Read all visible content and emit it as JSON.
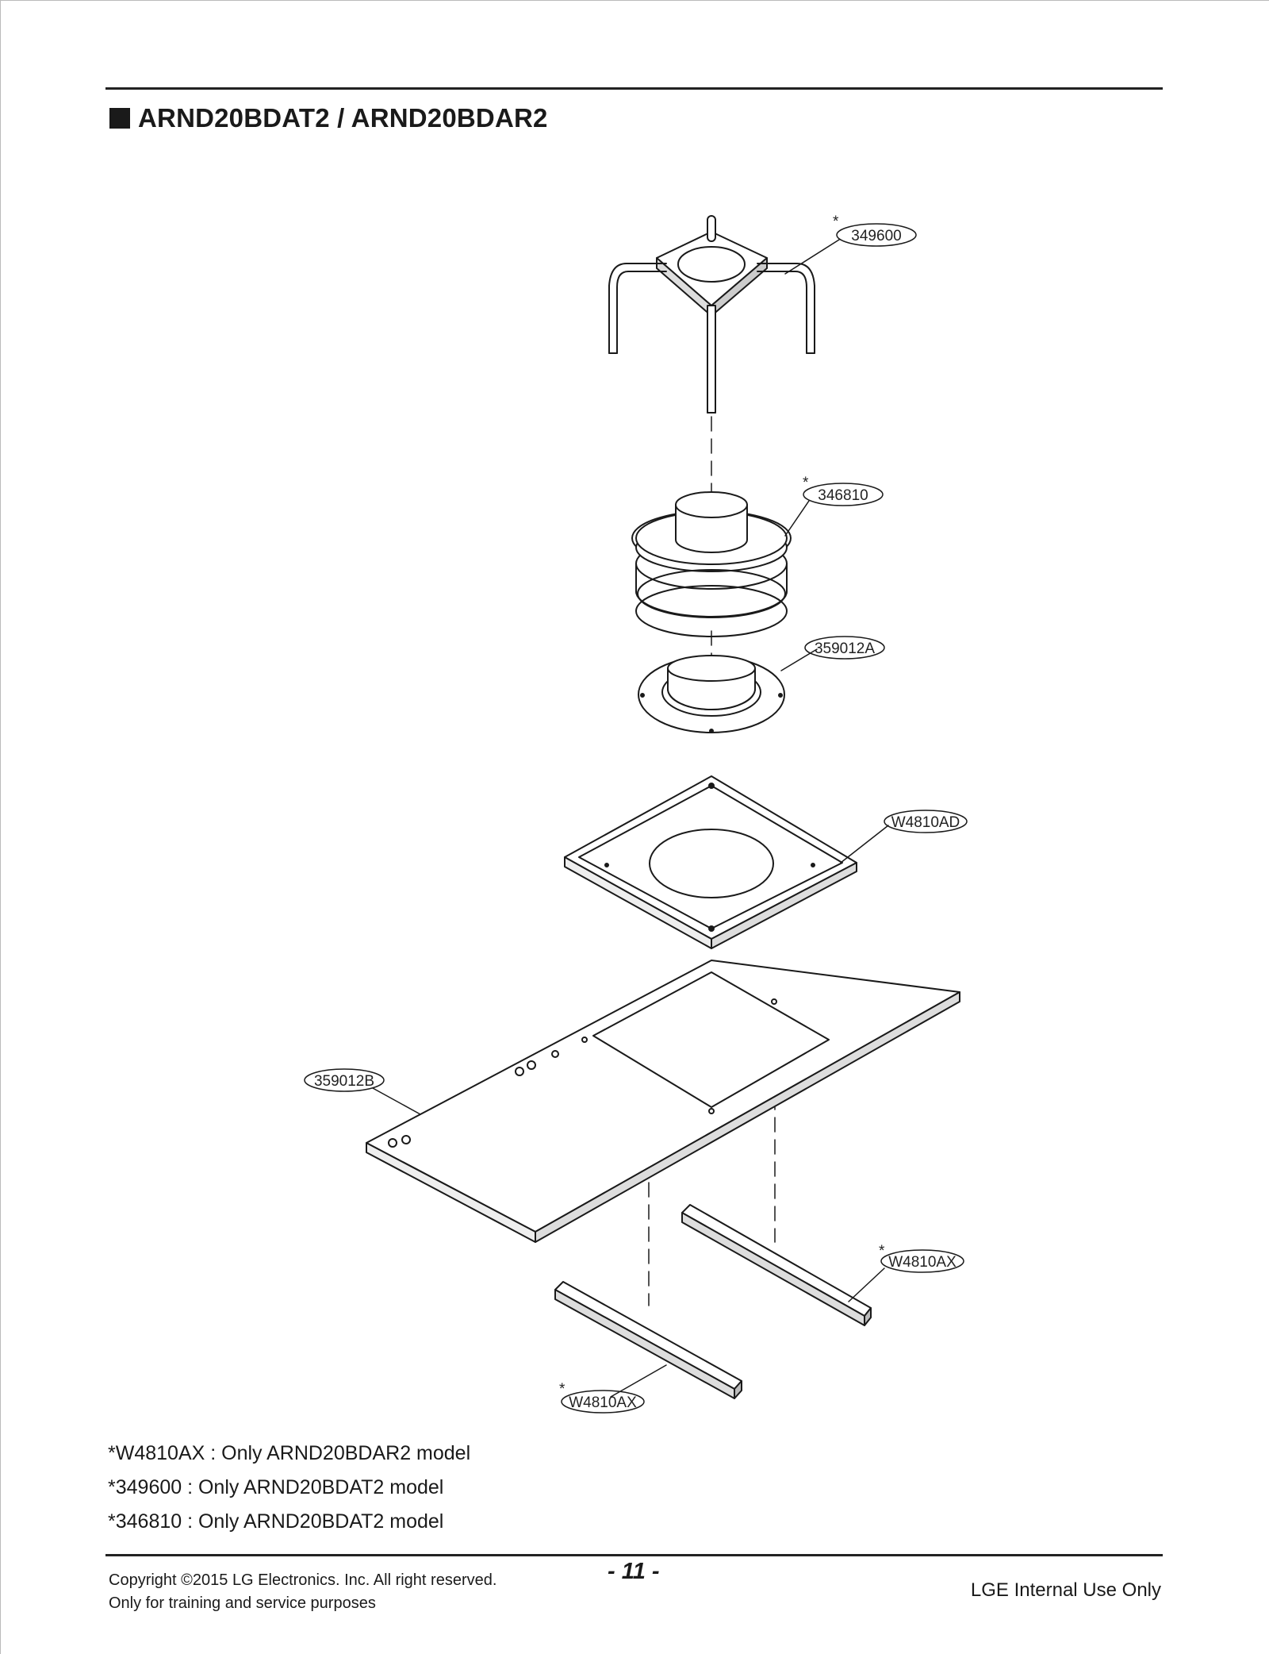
{
  "heading": {
    "title": "ARND20BDAT2 / ARND20BDAR2"
  },
  "callouts": {
    "p349600": {
      "star": "*",
      "label": "349600"
    },
    "p346810": {
      "star": "*",
      "label": "346810"
    },
    "p359012A": {
      "label": "359012A"
    },
    "pW4810AD": {
      "label": "W4810AD"
    },
    "p359012B": {
      "label": "359012B"
    },
    "pW4810AX_right": {
      "star": "*",
      "label": "W4810AX"
    },
    "pW4810AX_left": {
      "star": "*",
      "label": "W4810AX"
    }
  },
  "notes": [
    "*W4810AX : Only ARND20BDAR2 model",
    "*349600 : Only ARND20BDAT2 model",
    "*346810 : Only ARND20BDAT2 model"
  ],
  "footer": {
    "copyright": "Copyright ©2015 LG Electronics. Inc. All right reserved.",
    "purpose": "Only for training and service purposes",
    "page_number": "- 11 -",
    "internal": "LGE Internal Use Only"
  }
}
